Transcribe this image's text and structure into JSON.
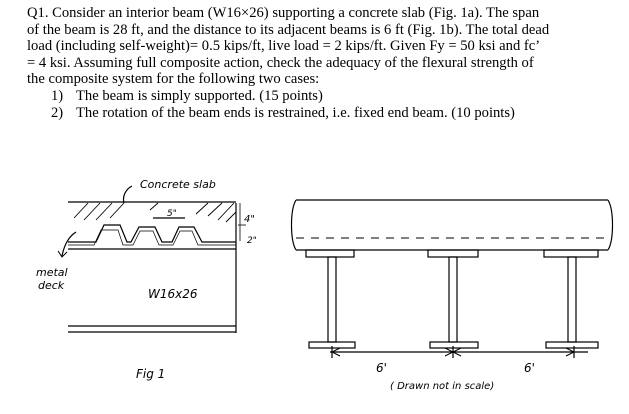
{
  "problem": {
    "intro_lines": [
      "Q1. Consider an interior beam (W16×26) supporting a concrete slab (Fig. 1a). The span",
      "of the beam is 28 ft, and the distance to its adjacent beams is 6 ft (Fig. 1b). The total dead",
      "load (including self-weight)= 0.5 kips/ft, live load = 2 kips/ft.  Given Fy = 50 ksi and fc’",
      "= 4 ksi. Assuming full composite action, check the adequacy of the flexural strength of",
      "the composite system for the following two cases:"
    ],
    "cases": [
      {
        "num": "1)",
        "text": "The beam is simply supported. (15 points)"
      },
      {
        "num": "2)",
        "text": "The rotation of the beam ends is restrained, i.e. fixed end beam. (10 points)"
      }
    ]
  },
  "figure": {
    "slab_label": "Concrete slab",
    "rib_spacing": "5\"",
    "slab_depth": "4\"",
    "rib_depth": "2\"",
    "deck_label_1": "metal",
    "deck_label_2": "deck",
    "beam_label": "W16x26",
    "fig_label": "Fig 1",
    "spacing_left": "6'",
    "spacing_right": "6'",
    "scale_note": "( Drawn not in scale)"
  }
}
